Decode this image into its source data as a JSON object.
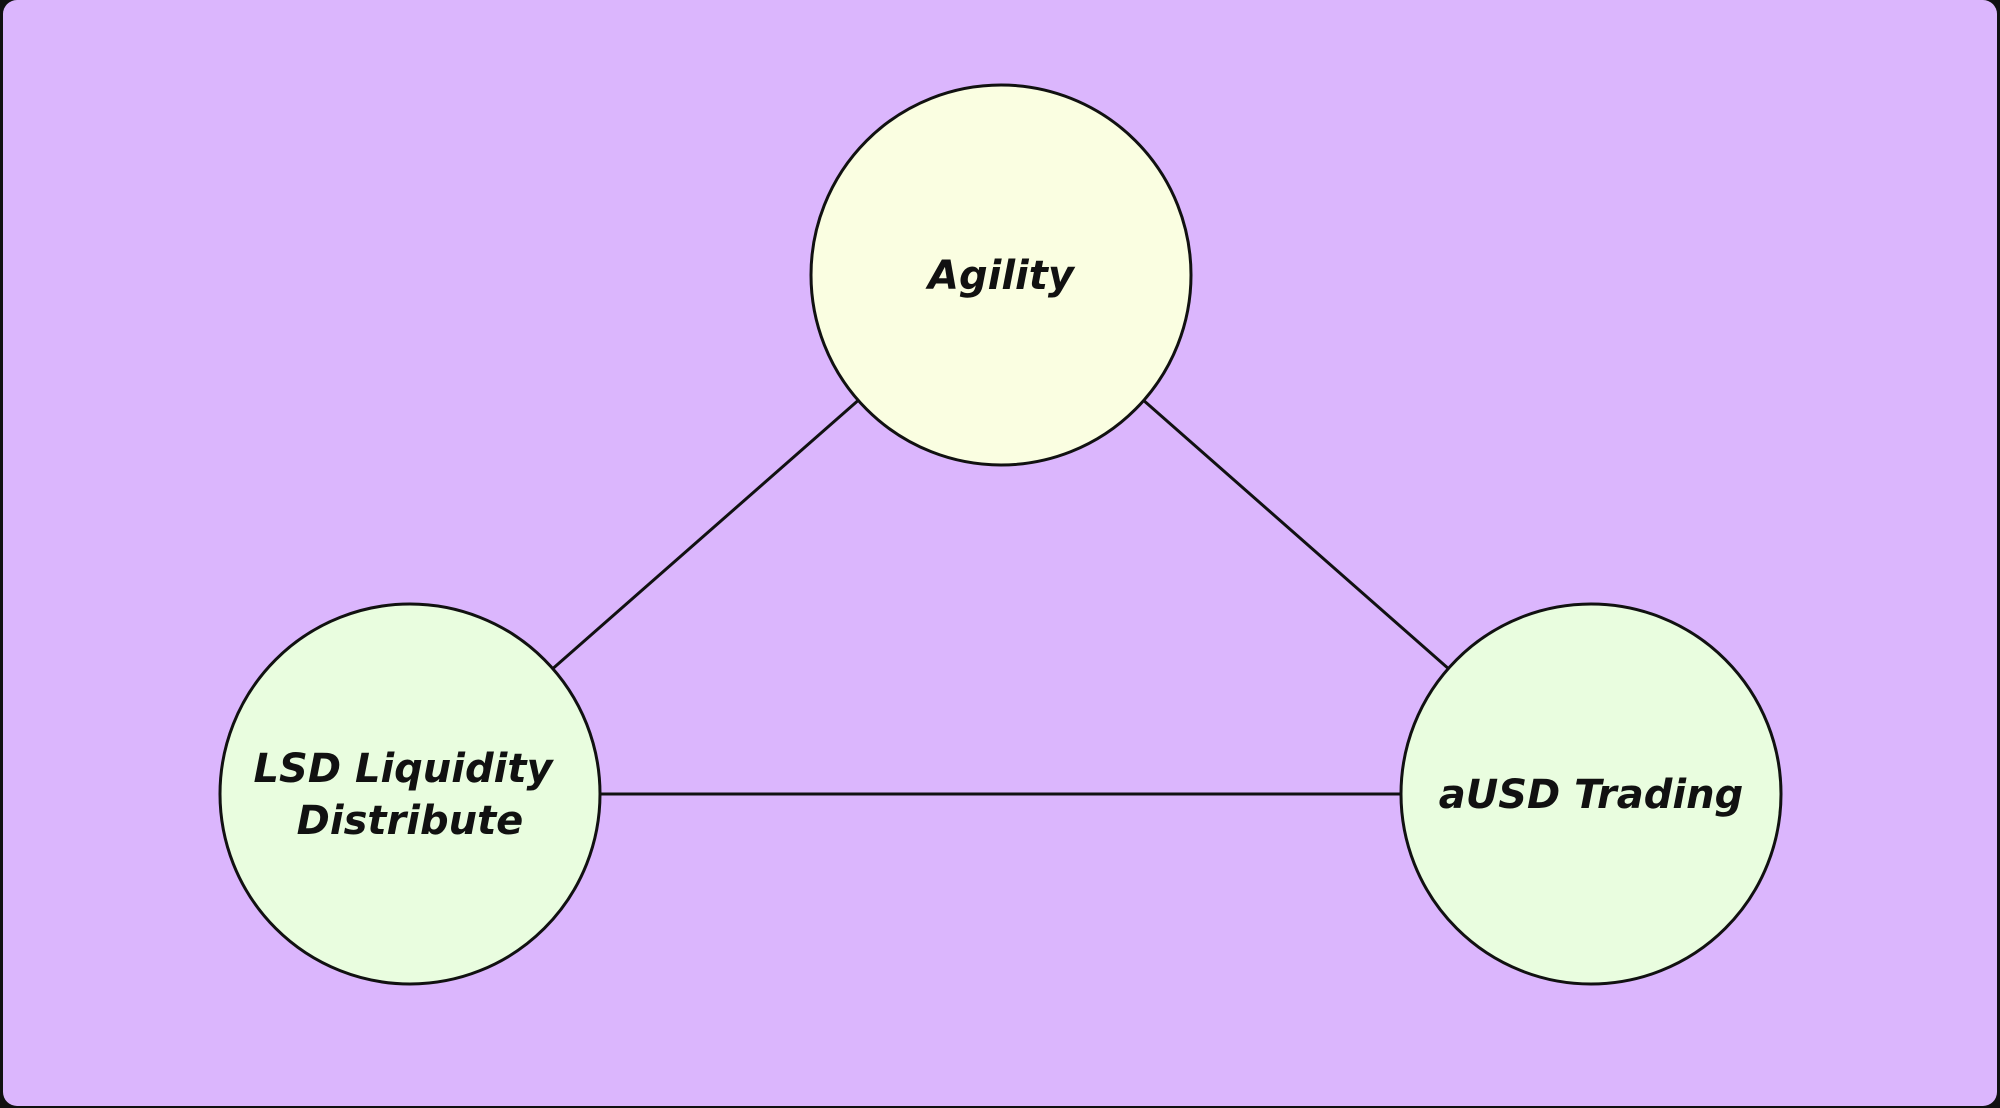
{
  "diagram": {
    "background_color": "#dbb6fd",
    "stroke_color": "#111111",
    "nodes": {
      "top": {
        "label_lines": [
          "Agility"
        ],
        "fill": "#fafee1"
      },
      "left": {
        "label_lines": [
          "LSD Liquidity",
          "Distribute"
        ],
        "fill": "#e9fddf"
      },
      "right": {
        "label_lines": [
          "aUSD Trading"
        ],
        "fill": "#e9fddf"
      }
    },
    "edges": [
      {
        "from": "top",
        "to": "left"
      },
      {
        "from": "top",
        "to": "right"
      },
      {
        "from": "left",
        "to": "right"
      }
    ]
  }
}
